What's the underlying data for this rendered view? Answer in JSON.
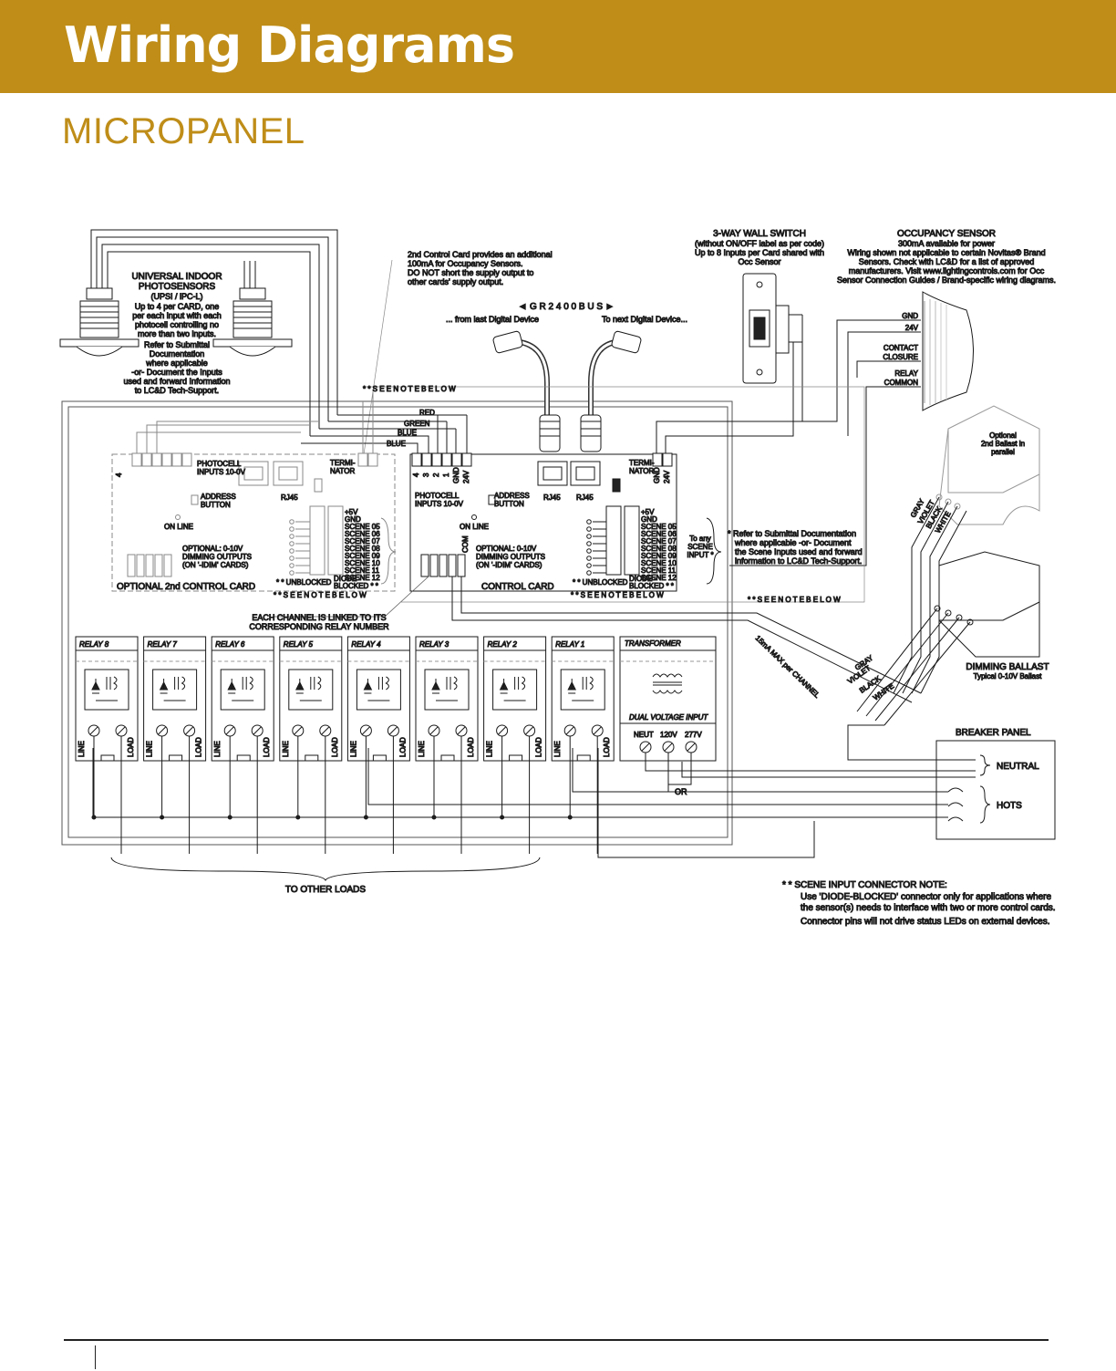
{
  "header": {
    "title": "Wiring Diagrams",
    "subtitle": "MICROPANEL",
    "banner_color": "#bf8d18"
  },
  "photosensors": {
    "title": "UNIVERSAL INDOOR",
    "title2": "PHOTOSENSORS",
    "model": "(UPSI / iPC-L)",
    "desc": [
      "Up to 4 per CARD, one",
      "per each input with each",
      "photocell controlling no",
      "more than two inputs."
    ],
    "note": [
      "Refer to Submittal",
      "Documentation",
      "where applicable",
      "-or- Document the Inputs",
      "used and forward Information",
      "to LC&D Tech-Support."
    ]
  },
  "second_card_note": [
    "2nd Control Card provides an additional",
    "100mA for Occupancy Sensors.",
    "DO NOT short the supply output to",
    "other cards' supply output."
  ],
  "bus": {
    "title": "◄  G R 2 4 0 0   B U S  ►",
    "from": "... from last Digital Device",
    "to": "To next Digital Device..."
  },
  "wall_switch": {
    "title": "3-WAY WALL SWITCH",
    "lines": [
      "(without ON/OFF label as per code)",
      "Up to 8 Inputs per Card shared with",
      "Occ Sensor"
    ]
  },
  "occupancy_sensor": {
    "title": "OCCUPANCY SENSOR",
    "lines": [
      "300mA available for power",
      "Wiring shown not applicable to certain Novitas® Brand",
      "Sensors. Check with LC&D for a list of approved",
      "manufacturers.  Visit www.lightingcontrols.com for Occ",
      "Sensor Connection Guides / Brand-specific wiring diagrams."
    ],
    "terminals": [
      "GND",
      "24V",
      "CONTACT",
      "CLOSURE",
      "RELAY",
      "COMMON"
    ]
  },
  "see_note": "* * S E E   N O T E   B E L O W",
  "wire_colors": {
    "red": "RED",
    "green": "GREEN",
    "blue1": "BLUE",
    "blue2": "BLUE"
  },
  "card_pins": {
    "p4": "4",
    "p3": "3",
    "p2": "2",
    "p1": "1",
    "gnd": "GND",
    "v24": "24V",
    "com": "COM"
  },
  "second_card": {
    "photocell": [
      "PHOTOCELL",
      "INPUTS 10-0V"
    ],
    "address": [
      "ADDRESS",
      "BUTTON"
    ],
    "rj45": "RJ45",
    "terminator": [
      "TERMI-",
      "NATOR"
    ],
    "online": "ON LINE",
    "optional": [
      "OPTIONAL:  0-10V",
      "DIMMING OUTPUTS",
      "(ON '-IDIM' CARDS)"
    ],
    "name": "OPTIONAL 2nd CONTROL CARD",
    "unblocked": "* * UNBLOCKED",
    "diode": [
      "DIODE -",
      "BLOCKED * *"
    ]
  },
  "control_card": {
    "photocell": [
      "PHOTOCELL",
      "INPUTS 10-0V"
    ],
    "address": [
      "ADDRESS",
      "BUTTON"
    ],
    "rj45": "RJ45",
    "terminator": [
      "TERMI-",
      "NATOR"
    ],
    "online": "ON LINE",
    "optional": [
      "OPTIONAL:  0-10V",
      "DIMMING OUTPUTS",
      "(ON '-IDIM' CARDS)"
    ],
    "name": "CONTROL CARD",
    "unblocked": "* * UNBLOCKED",
    "diode": [
      "DIODE -",
      "BLOCKED * *"
    ]
  },
  "scene_labels": [
    "+5V",
    "GND",
    "SCENE 05",
    "SCENE 06",
    "SCENE 07",
    "SCENE 08",
    "SCENE 09",
    "SCENE 10",
    "SCENE 11",
    "SCENE 12"
  ],
  "scene_input": [
    "To any",
    "SCENE",
    "INPUT *"
  ],
  "scene_note": [
    "* Refer to Submittal Documentation",
    "where applicable -or- Document",
    "the Scene Inputs used and forward",
    "information to LC&D Tech-Support."
  ],
  "channel_note": [
    "EACH CHANNEL IS LINKED TO ITS",
    "CORRESPONDING RELAY NUMBER"
  ],
  "relays": [
    "RELAY 8",
    "RELAY 7",
    "RELAY 6",
    "RELAY 5",
    "RELAY 4",
    "RELAY 3",
    "RELAY 2",
    "RELAY 1"
  ],
  "relay_terms": {
    "line": "LINE",
    "load": "LOAD"
  },
  "transformer": {
    "title": "TRANSFORMER",
    "input": "DUAL VOLTAGE INPUT",
    "neut": "NEUT",
    "v120": "120V",
    "v277": "277V",
    "or": "OR"
  },
  "ballast": {
    "optional": [
      "Optional",
      "2nd Ballast in",
      "parallel"
    ],
    "wires": [
      "GRAY",
      "VIOLET",
      "BLACK",
      "WHITE"
    ],
    "name": "DIMMING BALLAST",
    "typ": "Typical 0-10V Ballast",
    "max": "15mA MAX per CHANNEL"
  },
  "breaker": {
    "title": "BREAKER PANEL",
    "neutral": "NEUTRAL",
    "hots": "HOTS"
  },
  "other_loads": "TO OTHER LOADS",
  "connector_note": {
    "title": "* * SCENE INPUT CONNECTOR NOTE:",
    "lines": [
      "Use 'DIODE-BLOCKED' connector only for applications where",
      "the sensor(s) needs to interface with two or more control cards.",
      "Connector pins will not drive status LEDs on external devices."
    ]
  }
}
